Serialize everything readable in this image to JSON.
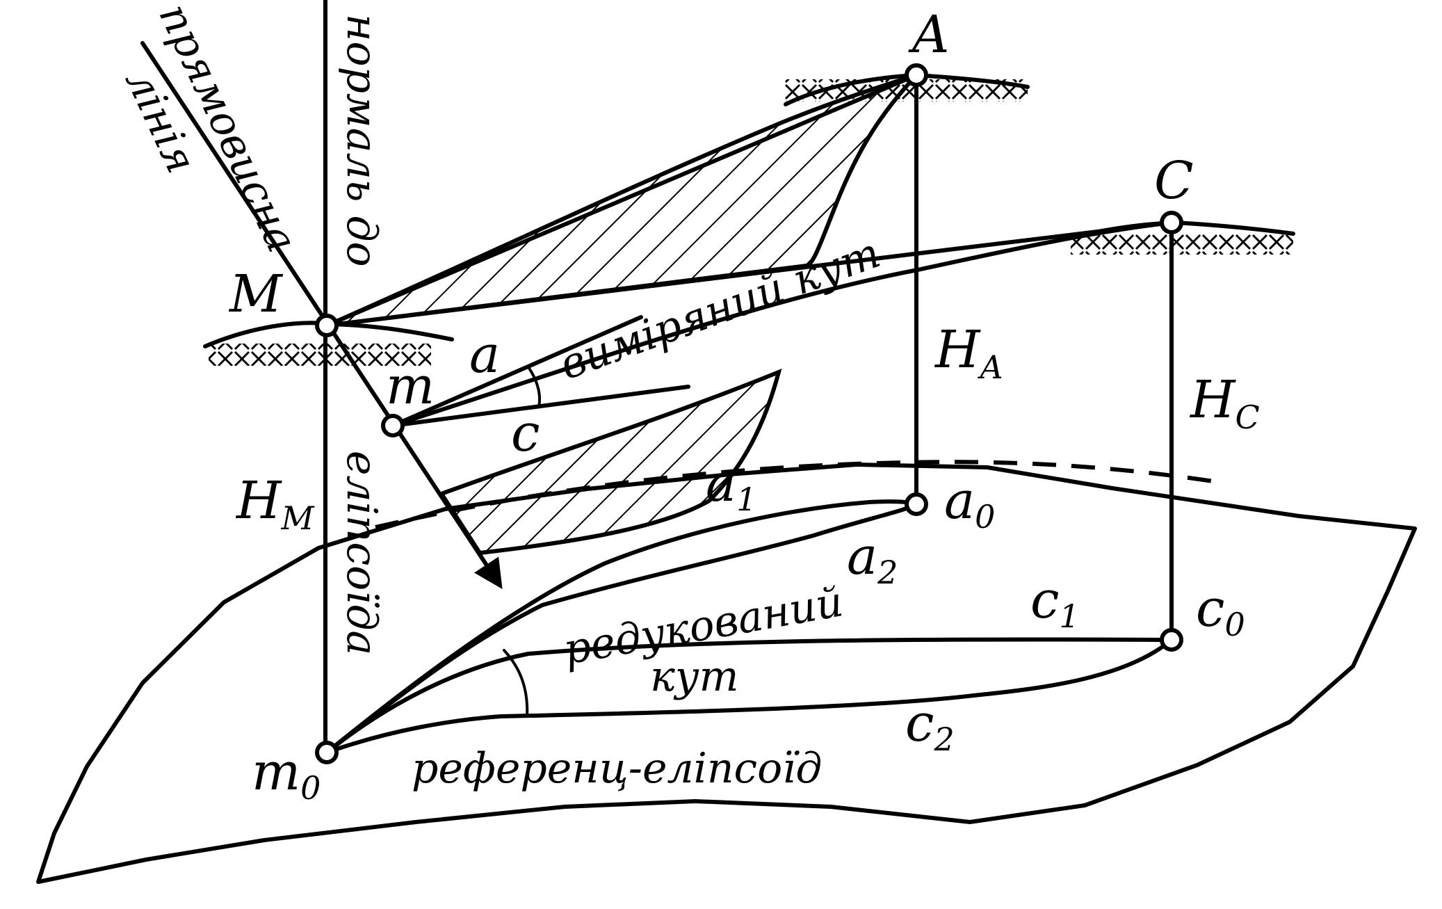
{
  "labels": {
    "plumb_line_1": "прямовисна",
    "plumb_line_2": "лінія",
    "normal_1": "нормаль до",
    "normal_2": "еліпсоїда",
    "measured_angle": "виміряний кут",
    "reduced_angle_1": "редукований",
    "reduced_angle_2": "кут",
    "reference_ellipsoid": "референц-еліпсоїд"
  },
  "points": {
    "A": "A",
    "C": "C",
    "M": "M",
    "m": "m",
    "a": "a",
    "c": "c",
    "a0": {
      "main": "a",
      "sub": "0"
    },
    "a1": {
      "main": "a",
      "sub": "1"
    },
    "a2": {
      "main": "a",
      "sub": "2"
    },
    "c0": {
      "main": "c",
      "sub": "0"
    },
    "c1": {
      "main": "c",
      "sub": "1"
    },
    "c2": {
      "main": "c",
      "sub": "2"
    },
    "m0": {
      "main": "m",
      "sub": "0"
    }
  },
  "heights": {
    "HA": {
      "main": "H",
      "sub": "A"
    },
    "HC": {
      "main": "H",
      "sub": "C"
    },
    "HM": {
      "main": "H",
      "sub": "M"
    }
  },
  "colors": {
    "ink": "#000000",
    "paper": "#ffffff"
  }
}
